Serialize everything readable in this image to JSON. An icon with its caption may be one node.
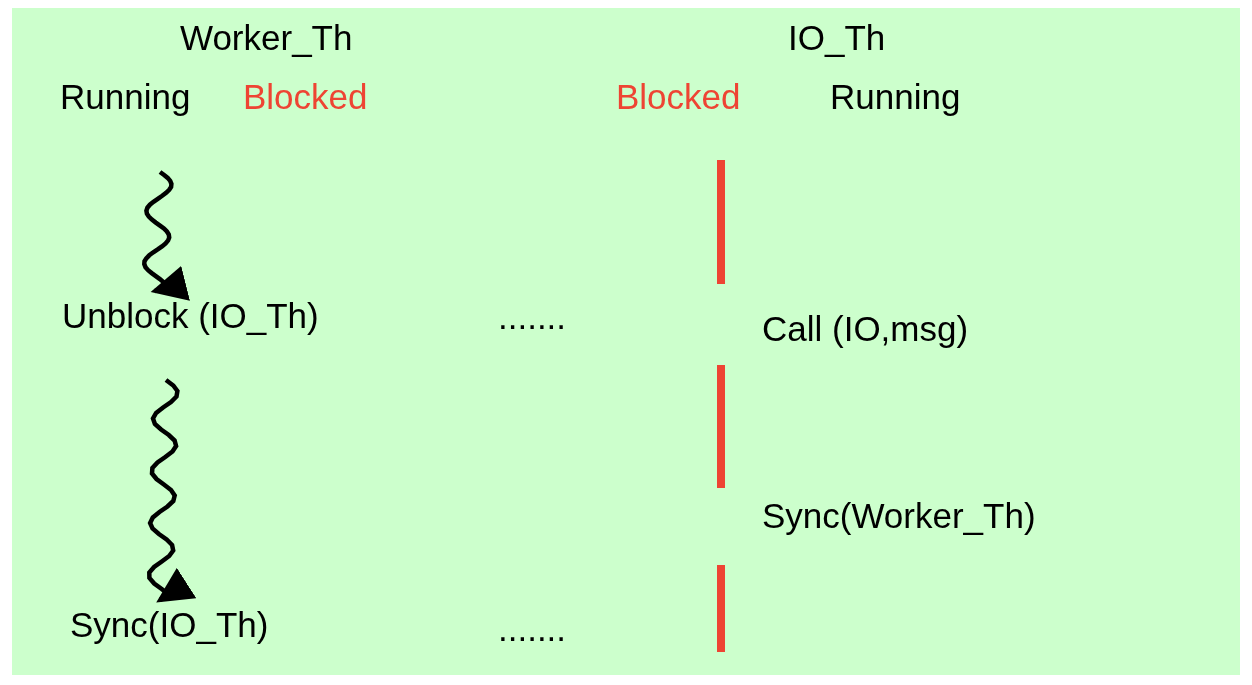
{
  "diagram": {
    "nodes": [
      {
        "text": [
          "Unblock (IO_Th)"
        ]
      },
      {
        "text": [
          "Sync(IO_Th)"
        ]
      }
    ],
    "edges": [
      {
        "from": null,
        "to": 0,
        "arrow": "to"
      },
      {
        "from": null,
        "to": 1,
        "arrow": "to"
      }
    ],
    "labels": [
      "Worker_Th",
      "IO_Th",
      "Running",
      "Blocked",
      "Blocked",
      "Running",
      ".......",
      "Call (IO,msg)",
      "Sync(Worker_Th)",
      "......."
    ]
  }
}
